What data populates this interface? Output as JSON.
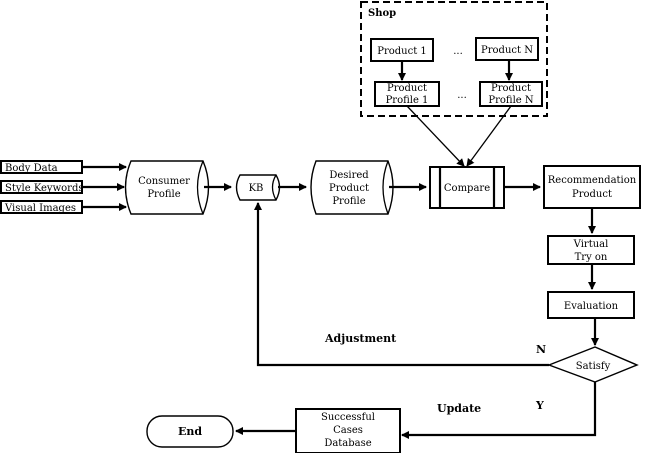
{
  "diagram": {
    "type": "flowchart",
    "inputs": [
      "Body Data",
      "Style Keywords",
      "Visual Images"
    ],
    "consumer_profile": [
      "Consumer",
      "Profile"
    ],
    "kb": "KB",
    "desired_profile": [
      "Desired",
      "Product",
      "Profile"
    ],
    "shop": {
      "label": "Shop",
      "products": [
        "Product 1",
        "Product N"
      ],
      "product_profiles": [
        [
          "Product",
          "Profile 1"
        ],
        [
          "Product",
          "Profile N"
        ]
      ],
      "ellipsis": "..."
    },
    "compare": "Compare",
    "recommendation": [
      "Recommendation",
      "Product"
    ],
    "virtual_try_on": [
      "Virtual",
      "Try on"
    ],
    "evaluation": "Evaluation",
    "satisfy": "Satisfy",
    "branch_no": "N",
    "branch_yes": "Y",
    "adjustment_label": "Adjustment",
    "update_label": "Update",
    "successful_cases": [
      "Successful",
      "Cases",
      "Database"
    ],
    "end": "End"
  }
}
